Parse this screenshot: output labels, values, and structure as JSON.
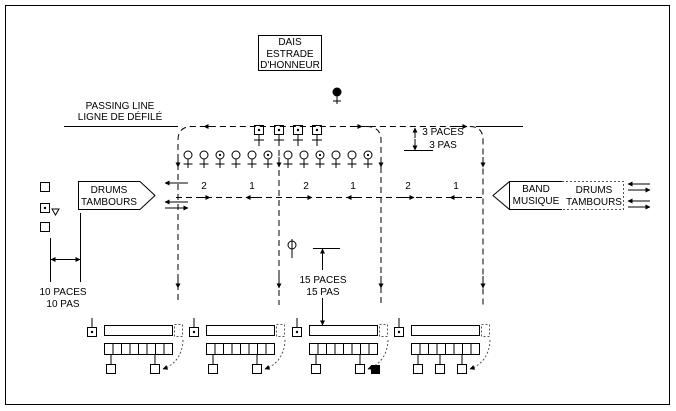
{
  "dais": {
    "lines": [
      "DAIS",
      "ESTRADE",
      "D'HONNEUR"
    ]
  },
  "passing_line": {
    "en": "PASSING LINE",
    "fr": "LIGNE DE DÉFILÉ"
  },
  "three_paces": {
    "en": "3 PACES",
    "fr": "3 PAS"
  },
  "ten_paces": {
    "en": "10 PACES",
    "fr": "10 PAS"
  },
  "fifteen_paces": {
    "en": "15 PACES",
    "fr": "15 PAS"
  },
  "drums_left": {
    "en": "DRUMS",
    "fr": "TAMBOURS"
  },
  "band_right": {
    "en": "BAND",
    "fr": "MUSIQUE"
  },
  "drums_right": {
    "en": "DRUMS",
    "fr": "TAMBOURS"
  },
  "rank_numbers": [
    "2",
    "1",
    "2",
    "1",
    "2",
    "1"
  ],
  "female_symbols_dotted": [
    false,
    false,
    true,
    false,
    false,
    true,
    false,
    false,
    true,
    false,
    false,
    true
  ],
  "bottom_groups": [
    {
      "extra_square": false,
      "filled_square": false
    },
    {
      "extra_square": false,
      "filled_square": false
    },
    {
      "extra_square": false,
      "filled_square": true
    },
    {
      "extra_square": true,
      "filled_square": false
    }
  ]
}
